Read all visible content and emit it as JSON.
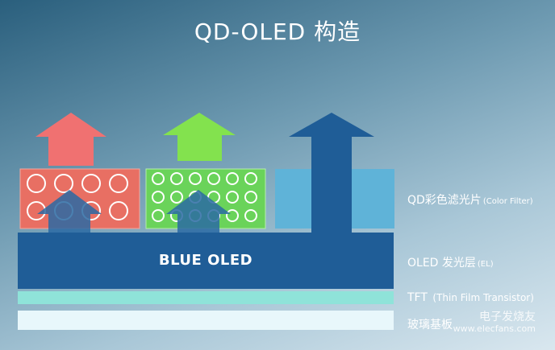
{
  "title": "QD-OLED 构造",
  "layers": {
    "qd_filter": {
      "label": "QD彩色滤光片",
      "sub": "(Color Filter)"
    },
    "oled": {
      "label": "OLED 发光层",
      "sub": "(EL)"
    },
    "tft": {
      "label": "TFT",
      "sub": "(Thin Film Transistor)"
    },
    "glass": {
      "label": "玻璃基板"
    }
  },
  "blue_oled_text": "BLUE OLED",
  "watermark": {
    "brand": "电子发烧友",
    "url": "www.elecfans.com"
  },
  "colors": {
    "red_pixel": "#e86f63",
    "green_pixel": "#6ad35a",
    "blue_filter": "#5fb3d8",
    "red_arrow": "#f07171",
    "green_arrow": "#83e24e",
    "blue_arrow": "#1f5d97",
    "oled": "#1f5d97",
    "tft": "#8fe3d9",
    "glass": "#e8f7fb"
  }
}
